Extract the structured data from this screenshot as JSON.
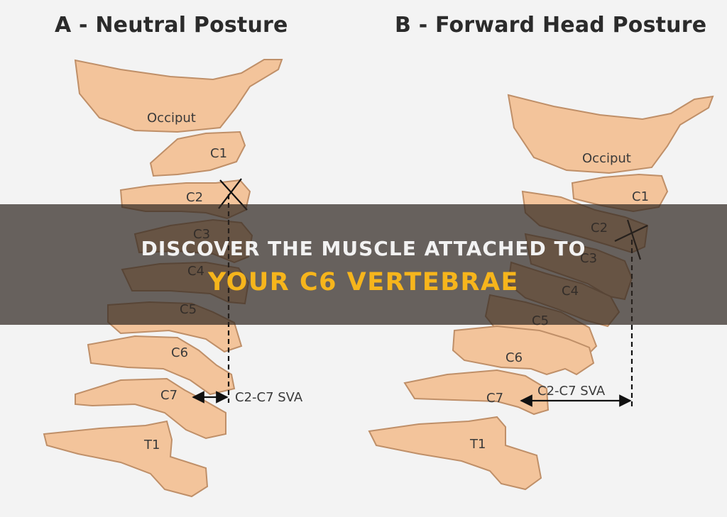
{
  "panel_a": {
    "title": "A - Neutral Posture",
    "labels": {
      "occiput": "Occiput",
      "c1": "C1",
      "c2": "C2",
      "c3": "C3",
      "c4": "C4",
      "c5": "C5",
      "c6": "C6",
      "c7": "C7",
      "t1": "T1",
      "sva": "C2-C7 SVA"
    }
  },
  "panel_b": {
    "title": "B - Forward Head Posture",
    "labels": {
      "occiput": "Occiput",
      "c1": "C1",
      "c2": "C2",
      "c3": "C3",
      "c4": "C4",
      "c5": "C5",
      "c6": "C6",
      "c7": "C7",
      "t1": "T1",
      "sva": "C2-C7 SVA"
    }
  },
  "banner": {
    "line1": "DISCOVER THE MUSCLE ATTACHED TO",
    "line2": "YOUR C6 VERTEBRAE"
  },
  "colors": {
    "bone": "#f3c49b",
    "bone_outline": "#bf8f68",
    "banner_bg": "#302822",
    "banner_text": "#f2f2f2",
    "banner_accent": "#f6b51c"
  }
}
